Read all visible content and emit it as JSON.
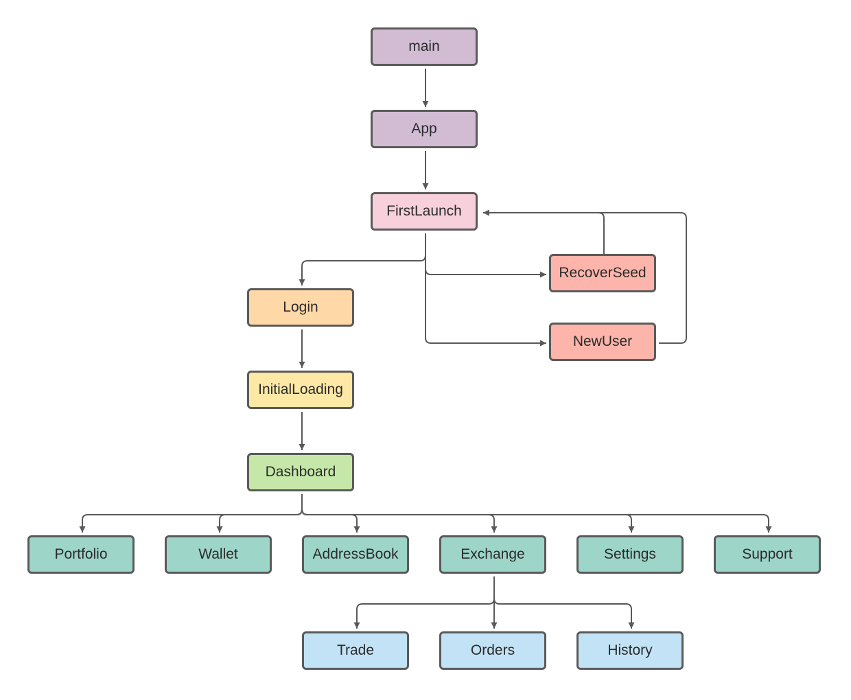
{
  "colors": {
    "entry": "#d1bcd4",
    "launch": "#f8d0dc",
    "onboarding": "#fdb4aa",
    "login": "#ffd8a8",
    "loading": "#fde8a5",
    "dashboard": "#c5e8a8",
    "screen": "#9dd5c9",
    "subscreen": "#c2e3f5",
    "border": "#5a5a5a",
    "edge": "#595959"
  },
  "nodes": {
    "main": "main",
    "app": "App",
    "first_launch": "FirstLaunch",
    "recover_seed": "RecoverSeed",
    "new_user": "NewUser",
    "login": "Login",
    "initial_loading": "InitialLoading",
    "dashboard": "Dashboard",
    "portfolio": "Portfolio",
    "wallet": "Wallet",
    "address_book": "AddressBook",
    "exchange": "Exchange",
    "settings": "Settings",
    "support": "Support",
    "trade": "Trade",
    "orders": "Orders",
    "history": "History"
  }
}
